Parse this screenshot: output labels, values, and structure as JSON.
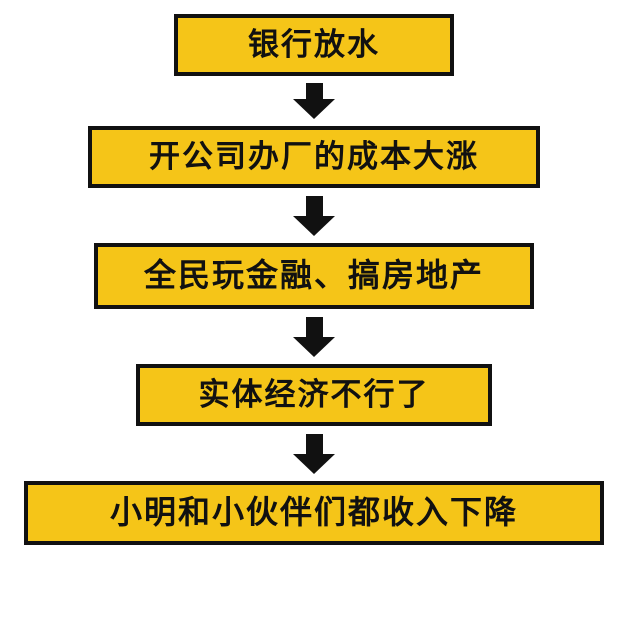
{
  "diagram": {
    "type": "flowchart",
    "direction": "top-to-bottom",
    "colors": {
      "node_fill": "#f5c518",
      "node_border": "#111111",
      "arrow": "#111111",
      "background": "#ffffff",
      "text": "#111111"
    },
    "nodes": [
      {
        "id": "n1",
        "label": "银行放水"
      },
      {
        "id": "n2",
        "label": "开公司办厂的成本大涨"
      },
      {
        "id": "n3",
        "label": "全民玩金融、搞房地产"
      },
      {
        "id": "n4",
        "label": "实体经济不行了"
      },
      {
        "id": "n5",
        "label": "小明和小伙伴们都收入下降"
      }
    ],
    "arrows": [
      {
        "id": "a1",
        "from": "n1",
        "to": "n2",
        "glyph": "down-arrow"
      },
      {
        "id": "a2",
        "from": "n2",
        "to": "n3",
        "glyph": "down-arrow"
      },
      {
        "id": "a3",
        "from": "n3",
        "to": "n4",
        "glyph": "down-arrow"
      },
      {
        "id": "a4",
        "from": "n4",
        "to": "n5",
        "glyph": "down-arrow"
      }
    ]
  }
}
